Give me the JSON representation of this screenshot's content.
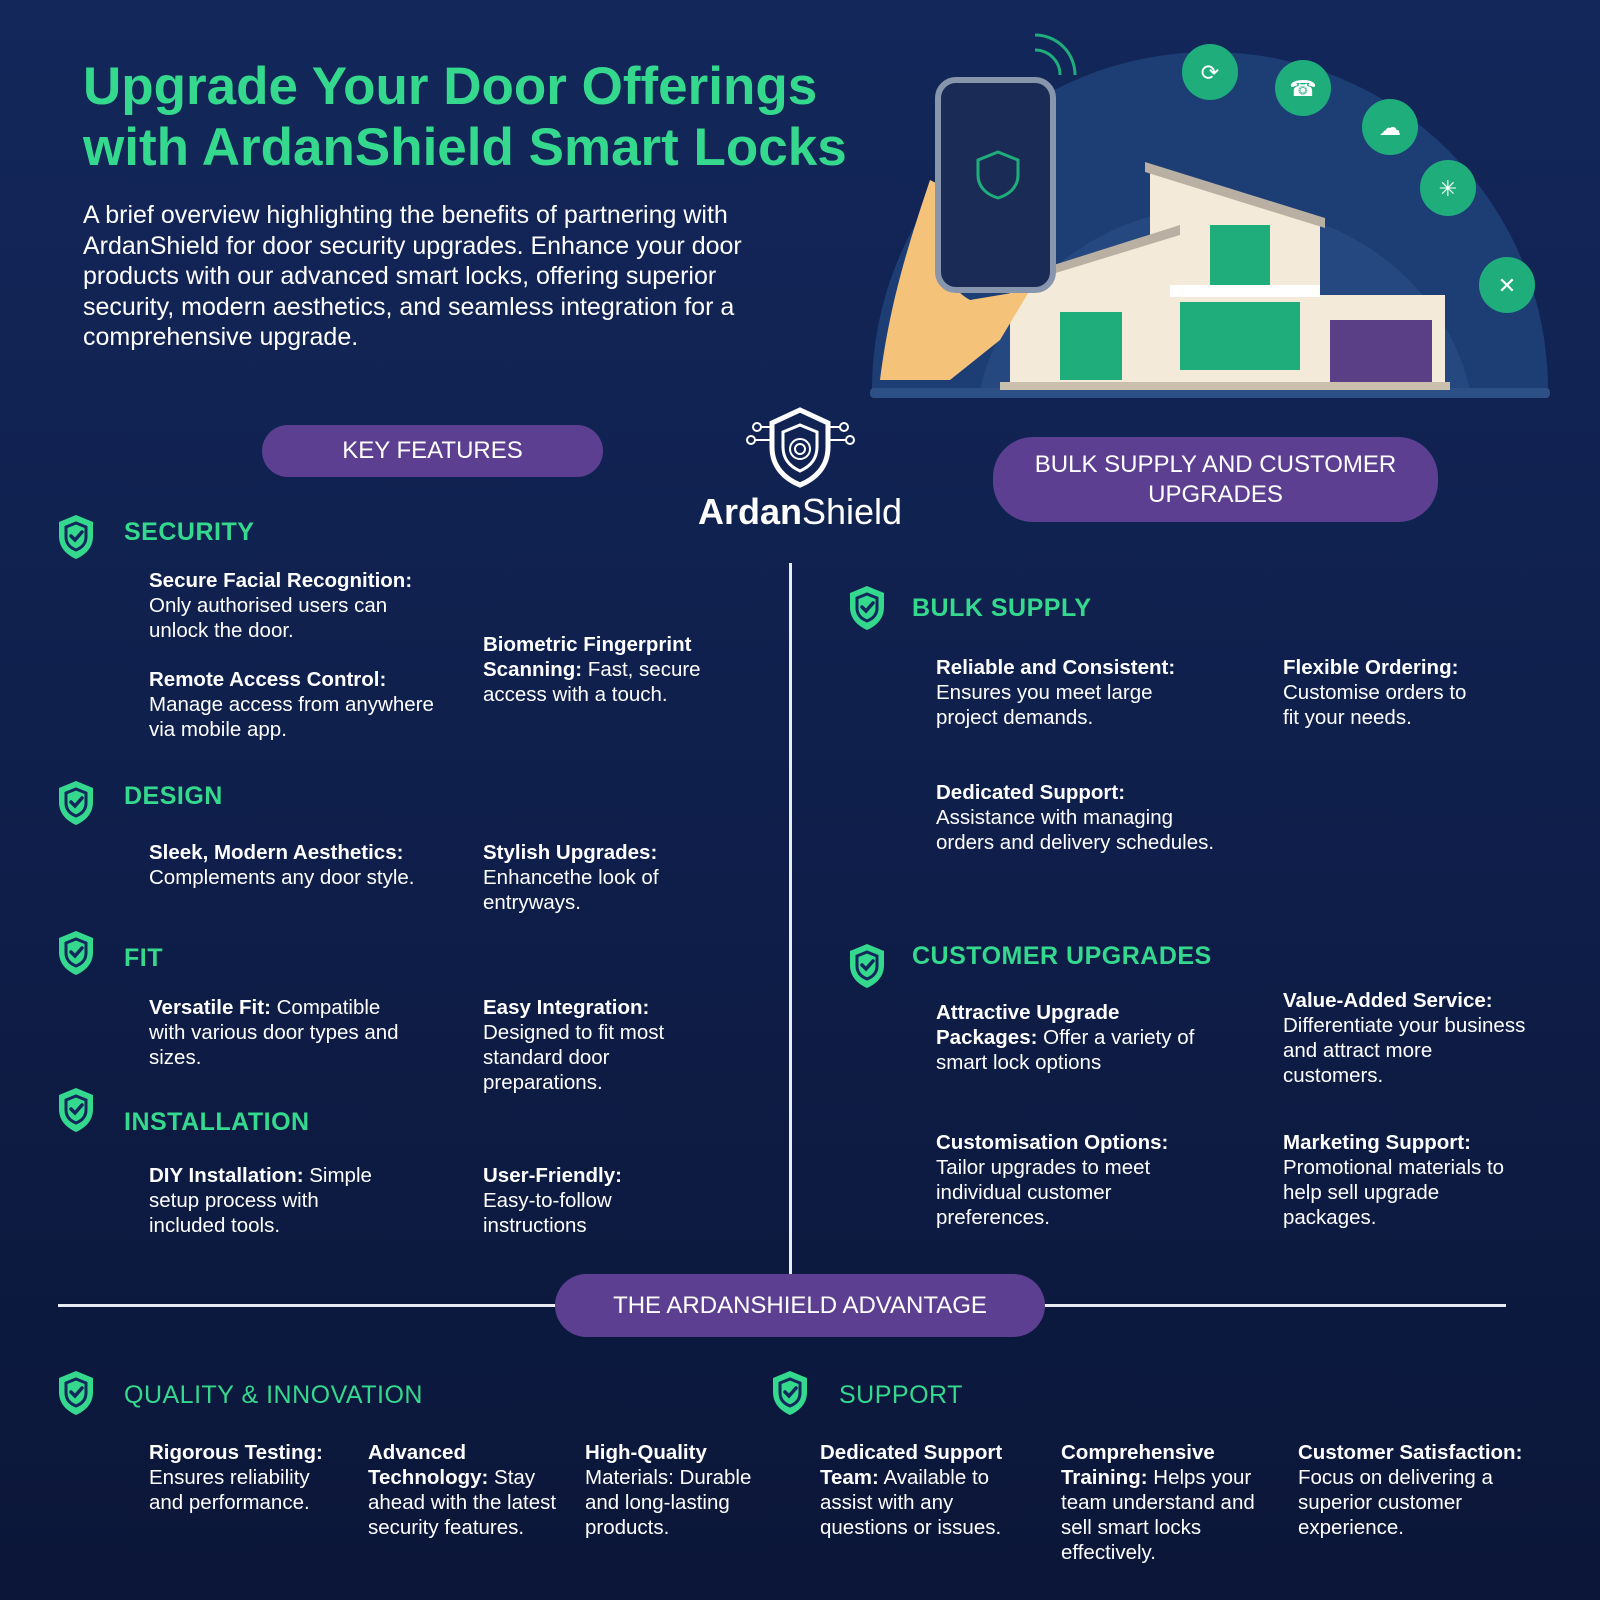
{
  "title": {
    "line1": "Upgrade Your Door Offerings",
    "line2": "with ArdanShield Smart Locks"
  },
  "intro": "A brief overview highlighting the benefits of partnering with ArdanShield for door security upgrades. Enhance your door products with our advanced smart locks, offering superior security, modern aesthetics, and seamless integration for a comprehensive upgrade.",
  "logo": {
    "bold": "Ardan",
    "light": "Shield"
  },
  "pills": {
    "key_features": "KEY FEATURES",
    "bulk": "BULK SUPPLY AND CUSTOMER UPGRADES",
    "advantage": "THE ARDANSHIELD ADVANTAGE"
  },
  "colors": {
    "accent": "#35d98e",
    "pill": "#5d3f91",
    "background": "#13275a"
  },
  "left": {
    "security": {
      "heading": "SECURITY",
      "items": [
        {
          "title": "Secure Facial Recognition:",
          "text": "Only authorised users can unlock the door."
        },
        {
          "title": "Remote Access Control:",
          "text": "Manage access from anywhere via mobile app."
        },
        {
          "title": "Biometric Fingerprint Scanning:",
          "text": "Fast, secure access with a touch."
        }
      ]
    },
    "design": {
      "heading": "DESIGN",
      "items": [
        {
          "title": "Sleek, Modern Aesthetics:",
          "text": "Complements any door style."
        },
        {
          "title": "Stylish Upgrades:",
          "text": "Enhancethe look of entryways."
        }
      ]
    },
    "fit": {
      "heading": "FIT",
      "items": [
        {
          "title": "Versatile Fit:",
          "text": "Compatible with various door types and sizes."
        },
        {
          "title": "Easy Integration:",
          "text": "Designed to fit most standard door preparations."
        }
      ]
    },
    "installation": {
      "heading": "INSTALLATION",
      "items": [
        {
          "title": "DIY Installation:",
          "text": "Simple setup process with included tools."
        },
        {
          "title": "User-Friendly:",
          "text": "Easy-to-follow instructions"
        }
      ]
    }
  },
  "right": {
    "bulk": {
      "heading": "BULK SUPPLY",
      "items": [
        {
          "title": "Reliable and Consistent:",
          "text": "Ensures you meet large project demands."
        },
        {
          "title": "Flexible Ordering:",
          "text": "Customise orders to fit your needs."
        },
        {
          "title": "Dedicated Support:",
          "text": "Assistance with managing orders and delivery schedules."
        }
      ]
    },
    "upgrades": {
      "heading": "CUSTOMER UPGRADES",
      "items": [
        {
          "title": "Attractive Upgrade Packages:",
          "text": "Offer a variety of smart lock options"
        },
        {
          "title": "Value-Added Service:",
          "text": "Differentiate your business and attract more customers."
        },
        {
          "title": "Customisation Options:",
          "text": "Tailor upgrades to meet individual customer preferences."
        },
        {
          "title": "Marketing Support:",
          "text": "Promotional materials to help sell upgrade packages."
        }
      ]
    }
  },
  "bottom": {
    "quality": {
      "heading": "QUALITY & INNOVATION",
      "items": [
        {
          "title": "Rigorous Testing:",
          "text": "Ensures reliability and performance."
        },
        {
          "title": "Advanced Technology:",
          "text": "Stay ahead with the latest security features."
        },
        {
          "title": "High-Quality",
          "text": "Materials: Durable and long-lasting products."
        }
      ]
    },
    "support": {
      "heading": "SUPPORT",
      "items": [
        {
          "title": "Dedicated Support Team:",
          "text": "Available to assist with any questions or issues."
        },
        {
          "title": "Comprehensive Training:",
          "text": "Helps your team understand and sell smart locks effectively."
        },
        {
          "title": "Customer Satisfaction:",
          "text": "Focus on delivering a superior customer experience."
        }
      ]
    }
  }
}
